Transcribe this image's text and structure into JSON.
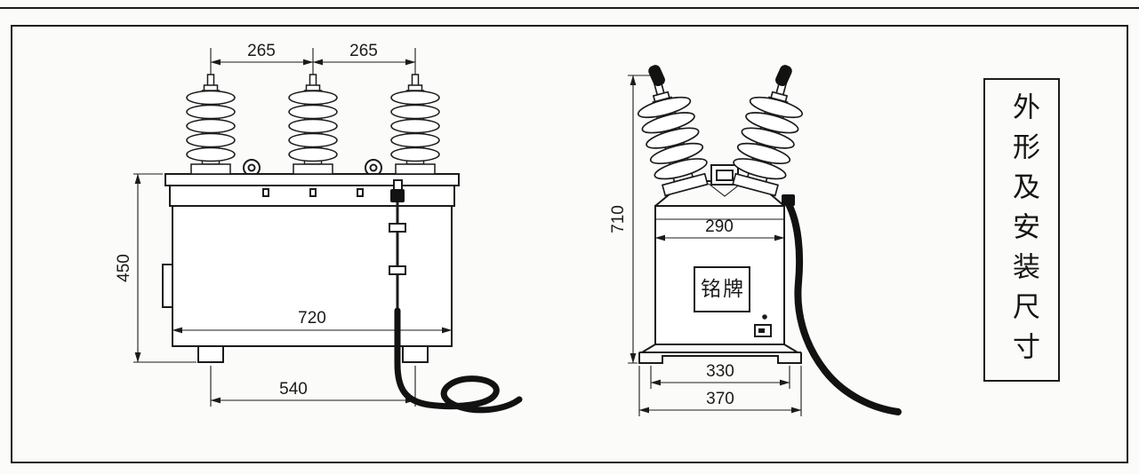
{
  "front_view": {
    "dim_top_left": "265",
    "dim_top_right": "265",
    "dim_height": "450",
    "dim_width": "720",
    "dim_foot_span": "540"
  },
  "side_view": {
    "dim_height": "710",
    "dim_body_width": "290",
    "dim_foot_span": "330",
    "dim_base_width": "370",
    "nameplate": "铭牌"
  },
  "title_panel": {
    "text": "外形及安装尺寸"
  }
}
